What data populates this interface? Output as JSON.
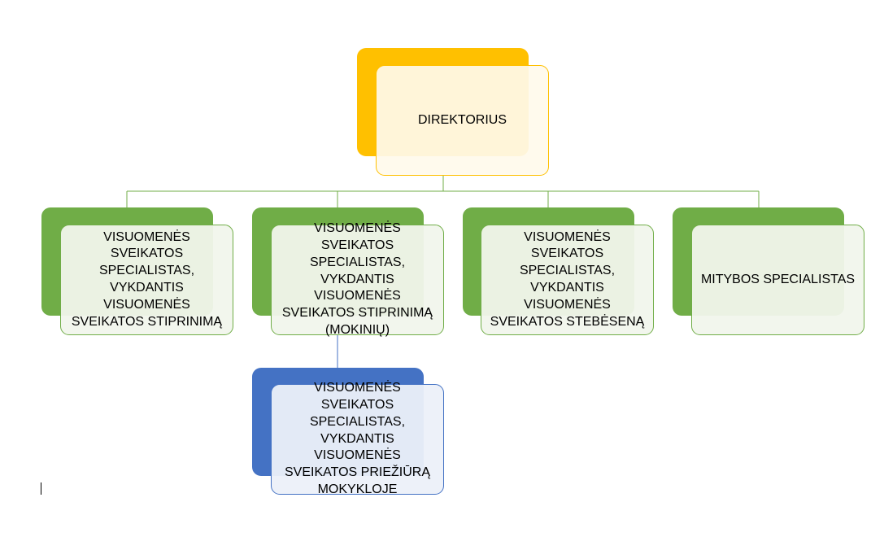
{
  "colors": {
    "director": {
      "back": "#ffc000",
      "front_fill": "#fff8e5",
      "border": "#ffc000"
    },
    "green": {
      "back": "#70ad47",
      "front_fill": "#f1f6ec",
      "border": "#70ad47"
    },
    "blue": {
      "back": "#4472c4",
      "front_fill": "#ecf0f9",
      "border": "#4472c4"
    }
  },
  "org_chart": {
    "director": {
      "label": "DIREKTORIUS"
    },
    "level1": [
      {
        "label": "VISUOMENĖS SVEIKATOS SPECIALISTAS, VYKDANTIS VISUOMENĖS SVEIKATOS STIPRINIMĄ"
      },
      {
        "label": "VISUOMENĖS SVEIKATOS SPECIALISTAS, VYKDANTIS VISUOMENĖS SVEIKATOS STIPRINIMĄ (MOKINIŲ)"
      },
      {
        "label": "VISUOMENĖS SVEIKATOS SPECIALISTAS, VYKDANTIS VISUOMENĖS SVEIKATOS STEBĖSENĄ"
      },
      {
        "label": "MITYBOS SPECIALISTAS"
      }
    ],
    "level2": [
      {
        "label": "VISUOMENĖS SVEIKATOS SPECIALISTAS, VYKDANTIS VISUOMENĖS SVEIKATOS PRIEŽIŪRĄ MOKYKLOJE",
        "parent_index": 1
      }
    ]
  }
}
